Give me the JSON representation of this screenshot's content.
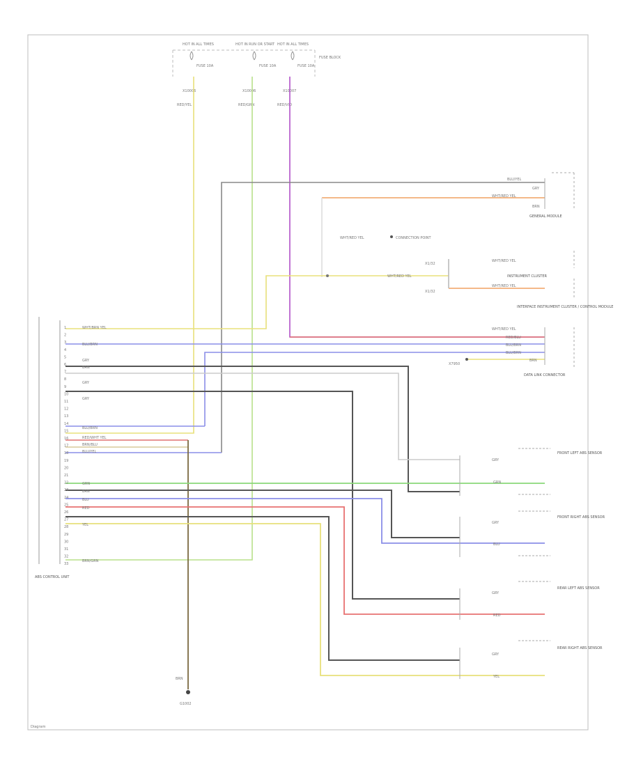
{
  "top_labels": {
    "fuse_box_left": "HOT IN ALL TIMES",
    "fuse_box_mid": "HOT IN RUN OR START",
    "fuse_box_right": "HOT IN ALL TIMES",
    "fuse_box_tag": "FUSE BLOCK",
    "fuse_left": "FUSE 10A",
    "fuse_mid": "FUSE 10A",
    "fuse_right": "FUSE 10A",
    "conn_left": "X10006",
    "conn_mid": "X10006",
    "conn_right": "X10007",
    "wire_left": "RED/YEL",
    "wire_mid": "RED/GRN",
    "wire_right": "RED/VIO"
  },
  "modules": {
    "general_module": "GENERAL MODULE",
    "instrument_cluster": "INSTRUMENT CLUSTER",
    "interface": "INTERFACE INSTRUMENT CLUSTER / CONTROL MODULE",
    "data_link": "DATA LINK CONNECTOR",
    "abs_unit": "ABS CONTROL UNIT",
    "sensor_fl": "FRONT LEFT ABS SENSOR",
    "sensor_fr": "FRONT RIGHT ABS SENSOR",
    "sensor_rl": "REAR LEFT ABS SENSOR",
    "sensor_rr": "REAR RIGHT ABS SENSOR",
    "ground": "G1002",
    "footer": "Diagram"
  },
  "abs_pins": [
    "1",
    "2",
    "3",
    "4",
    "5",
    "6",
    "7",
    "8",
    "9",
    "10",
    "11",
    "12",
    "13",
    "14",
    "15",
    "16",
    "17",
    "18",
    "19",
    "20",
    "21",
    "22",
    "23",
    "24",
    "25",
    "26",
    "27",
    "28",
    "29",
    "30",
    "31",
    "32",
    "33"
  ],
  "abs_wire_labels": [
    "WHT/BRN YEL",
    "BLU/BRN",
    "GRY",
    "BRN",
    "GRY",
    "GRY",
    "BLU/BRN",
    "RED/WHT YEL",
    "BRN/BLU",
    "BLU/YEL",
    "GRN",
    "BRN",
    "BLU",
    "RED",
    "YEL",
    "BRN/GRN"
  ],
  "right_wire_labels": {
    "gm_top": "BLU/YEL",
    "gm_mid": "GRY",
    "gm_orange": "WHT/RED YEL",
    "gm_bottom": "BRN",
    "ic_top": "WHT/RED YEL",
    "ic_bottom": "WHT/RED YEL",
    "ic_pin_top": "X1/32",
    "ic_pin_bottom": "X1/32",
    "splice_label": "WHT/RED YEL",
    "splice_note": "CONNECTION POINT",
    "dlc_1": "WHT/RED YEL",
    "dlc_2": "RED/BLU",
    "dlc_3": "BLU/BRN",
    "dlc_4": "BLU/BRN",
    "dlc_5": "BRN",
    "dlc_pin": "X7950",
    "s_fl_top": "GRY",
    "s_fl_bottom": "GRN",
    "s_fr_top": "GRY",
    "s_fr_bottom": "BLU",
    "s_rl_top": "GRY",
    "s_rl_bottom": "RED",
    "s_rr_top": "GRY",
    "s_rr_bottom": "YEL",
    "ground_wire": "BRN"
  }
}
